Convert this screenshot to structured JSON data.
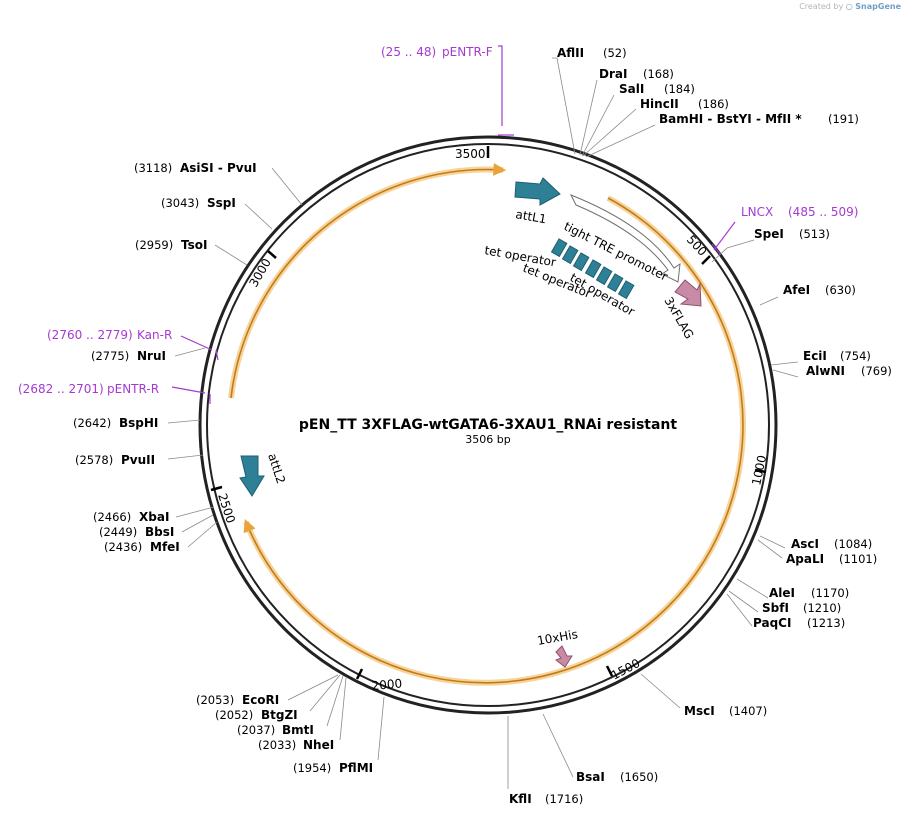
{
  "credit": {
    "prefix": "Created by",
    "brand": "SnapGene"
  },
  "plasmid": {
    "name": "pEN_TT 3XFLAG-wtGATA6-3XAU1_RNAi resistant",
    "size_label": "3506 bp"
  },
  "colors": {
    "backbone": "#222222",
    "primer": "#a43ad1",
    "teal": "#2e8097",
    "pink": "#c98aa6",
    "orange": "#e8a43a",
    "orange_glow": "#f6d49a"
  },
  "ticks": [
    "500",
    "1000",
    "1500",
    "2000",
    "2500",
    "3000",
    "3500"
  ],
  "enzymes": [
    {
      "name": "AflII",
      "pos": "(52)"
    },
    {
      "name": "DraI",
      "pos": "(168)"
    },
    {
      "name": "SalI",
      "pos": "(184)"
    },
    {
      "name": "HincII",
      "pos": "(186)"
    },
    {
      "name": "BamHI  -  BstYI  -  MfII *",
      "pos": "(191)"
    },
    {
      "name": "SpeI",
      "pos": "(513)"
    },
    {
      "name": "AfeI",
      "pos": "(630)"
    },
    {
      "name": "EciI",
      "pos": "(754)"
    },
    {
      "name": "AlwNI",
      "pos": "(769)"
    },
    {
      "name": "AscI",
      "pos": "(1084)"
    },
    {
      "name": "ApaLI",
      "pos": "(1101)"
    },
    {
      "name": "AleI",
      "pos": "(1170)"
    },
    {
      "name": "SbfI",
      "pos": "(1210)"
    },
    {
      "name": "PaqCI",
      "pos": "(1213)"
    },
    {
      "name": "MscI",
      "pos": "(1407)"
    },
    {
      "name": "BsaI",
      "pos": "(1650)"
    },
    {
      "name": "KflI",
      "pos": "(1716)"
    },
    {
      "name": "PflMI",
      "pos": "(1954)"
    },
    {
      "name": "NheI",
      "pos": "(2033)"
    },
    {
      "name": "BmtI",
      "pos": "(2037)"
    },
    {
      "name": "BtgZI",
      "pos": "(2052)"
    },
    {
      "name": "EcoRI",
      "pos": "(2053)"
    },
    {
      "name": "MfeI",
      "pos": "(2436)"
    },
    {
      "name": "BbsI",
      "pos": "(2449)"
    },
    {
      "name": "XbaI",
      "pos": "(2466)"
    },
    {
      "name": "PvuII",
      "pos": "(2578)"
    },
    {
      "name": "BspHI",
      "pos": "(2642)"
    },
    {
      "name": "NruI",
      "pos": "(2775)"
    },
    {
      "name": "TsoI",
      "pos": "(2959)"
    },
    {
      "name": "SspI",
      "pos": "(3043)"
    },
    {
      "name": "AsiSI  -  PvuI",
      "pos": "(3118)"
    }
  ],
  "primers": [
    {
      "name": "pENTR-F",
      "range": "(25 .. 48)"
    },
    {
      "name": "LNCX",
      "range": "(485 .. 509)"
    },
    {
      "name": "Kan-R",
      "range": "(2760 .. 2779)"
    },
    {
      "name": "pENTR-R",
      "range": "(2682 .. 2701)"
    }
  ],
  "features": [
    {
      "name": "attL1"
    },
    {
      "name": "tight TRE promoter"
    },
    {
      "name": "tet operator"
    },
    {
      "name": "tet operator"
    },
    {
      "name": "tet operator"
    },
    {
      "name": "3xFLAG"
    },
    {
      "name": "10xHis"
    },
    {
      "name": "attL2"
    }
  ]
}
